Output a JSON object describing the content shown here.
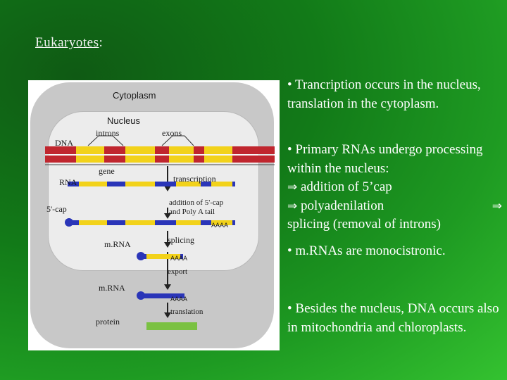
{
  "heading": {
    "word": "Eukaryotes",
    "suffix": ":"
  },
  "diagram": {
    "cytoplasm_label": "Cytoplasm",
    "nucleus_label": "Nucleus",
    "introns_label": "introns",
    "exons_label": "exons",
    "dna_label": "DNA",
    "gene_label": "gene",
    "transcription_label": "transcription",
    "rna_label": "RNA",
    "five_cap_label": "5'-cap",
    "addition_label_1": "addition of 5'-cap",
    "addition_label_2": "and Poly A tail",
    "aaaa_1": "AAAA",
    "mrna_label_1": "m.RNA",
    "splicing_label": "splicing",
    "aaaa_2": "AAAA",
    "export_label": "export",
    "mrna_label_2": "m.RNA",
    "aaaa_3": "AAAA",
    "translation_label": "translation",
    "protein_label": "protein",
    "colors": {
      "exon": "#f2d21a",
      "intron": "#c0262e",
      "blue": "#2a35b8",
      "protein": "#7ac142"
    }
  },
  "bullets": {
    "b1": "• Trancription occurs in the nucleus, translation in the cytoplasm.",
    "b2_line1": "• Primary RNAs undergo processing within the nucleus:",
    "b2_arrow": "⇒",
    "b2_item1": "addition of 5’cap",
    "b2_item2": "polyadenilation",
    "b2_item3": "splicing (removal of introns)",
    "b3": "• m.RNAs are monocistronic.",
    "b4": "• Besides the nucleus, DNA occurs also in mitochondria and chloroplasts."
  }
}
